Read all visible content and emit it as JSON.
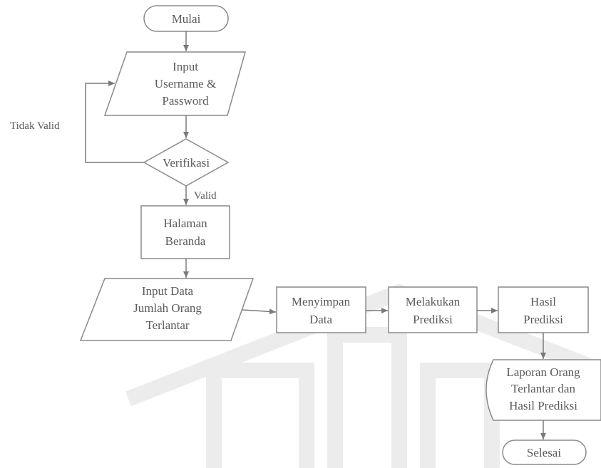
{
  "nodes": {
    "start": "Mulai",
    "input_login": [
      "Input",
      "Username &",
      "Password"
    ],
    "verify": "Verifikasi",
    "home": [
      "Halaman",
      "Beranda"
    ],
    "input_data": [
      "Input Data",
      "Jumlah Orang",
      "Terlantar"
    ],
    "save": [
      "Menyimpan",
      "Data"
    ],
    "predict": [
      "Melakukan",
      "Prediksi"
    ],
    "result": [
      "Hasil",
      "Prediksi"
    ],
    "report": [
      "Laporan Orang",
      "Terlantar dan",
      "Hasil Prediksi"
    ],
    "end": "Selesai"
  },
  "edge_labels": {
    "invalid": "Tidak Valid",
    "valid": "Valid"
  },
  "colors": {
    "stroke": "#8a8a8a",
    "text": "#5a5a5a",
    "watermark": "#ececec"
  }
}
